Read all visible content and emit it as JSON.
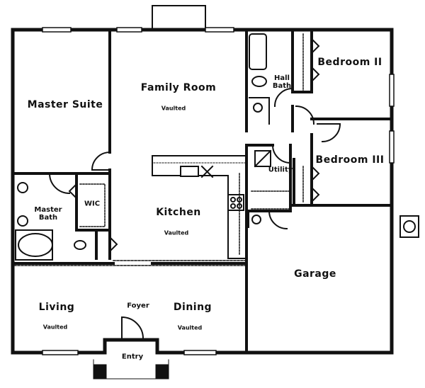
{
  "rooms": {
    "master_suite": "Master Suite",
    "family_room": "Family Room",
    "family_room_note": "Vaulted",
    "hall_bath_1": "Hall",
    "hall_bath_2": "Bath",
    "bedroom_2": "Bedroom II",
    "bedroom_3": "Bedroom III",
    "utility": "Utility",
    "master_bath_1": "Master",
    "master_bath_2": "Bath",
    "wic": "WIC",
    "kitchen": "Kitchen",
    "kitchen_note": "Vaulted",
    "garage": "Garage",
    "living": "Living",
    "living_note": "Vaulted",
    "foyer": "Foyer",
    "dining": "Dining",
    "dining_note": "Vaulted",
    "entry": "Entry"
  },
  "colors": {
    "wall": "#111111",
    "background": "#ffffff"
  }
}
